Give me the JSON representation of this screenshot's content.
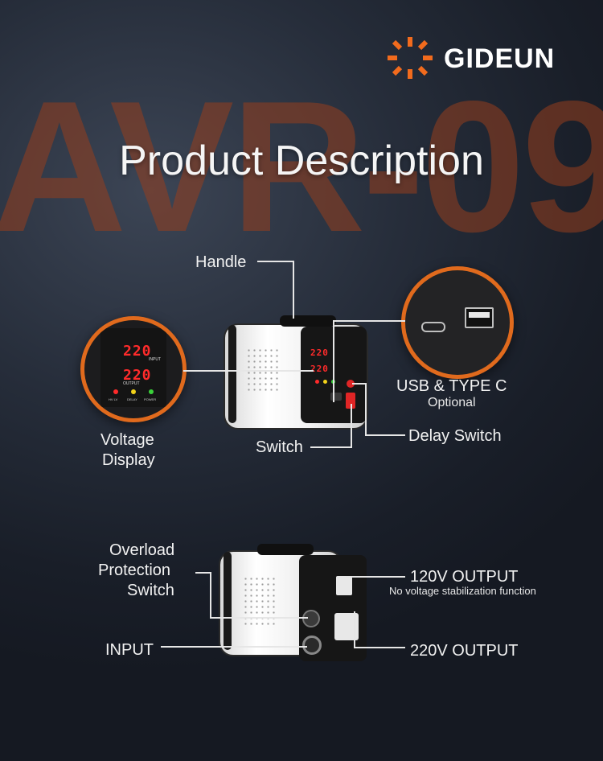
{
  "brand": {
    "name": "GIDEUN",
    "logo_color": "#f26b1d"
  },
  "background": {
    "watermark_text": "AVR-09",
    "watermark_color": "#963e1e"
  },
  "headline": "Product Description",
  "callouts": {
    "handle": "Handle",
    "voltage_display": [
      "Voltage",
      "Display"
    ],
    "switch": "Switch",
    "usb": {
      "title": "USB & TYPE C",
      "note": "Optional"
    },
    "delay_switch": "Delay Switch",
    "overload": [
      "Overload",
      "Protection",
      "Switch"
    ],
    "input": "INPUT",
    "output_120": {
      "title": "120V OUTPUT",
      "note": "No voltage stabilization function"
    },
    "output_220": "220V OUTPUT"
  },
  "display_panel": {
    "input_reading": "220",
    "output_reading": "220",
    "input_label": "INPUT",
    "output_label": "OUTPUT",
    "indicators": [
      "HV LV",
      "DELAY",
      "POWER"
    ],
    "indicator_colors": [
      "#ff2a2a",
      "#f2d21a",
      "#3ad13a"
    ]
  },
  "accent_color": "#e06a1d"
}
